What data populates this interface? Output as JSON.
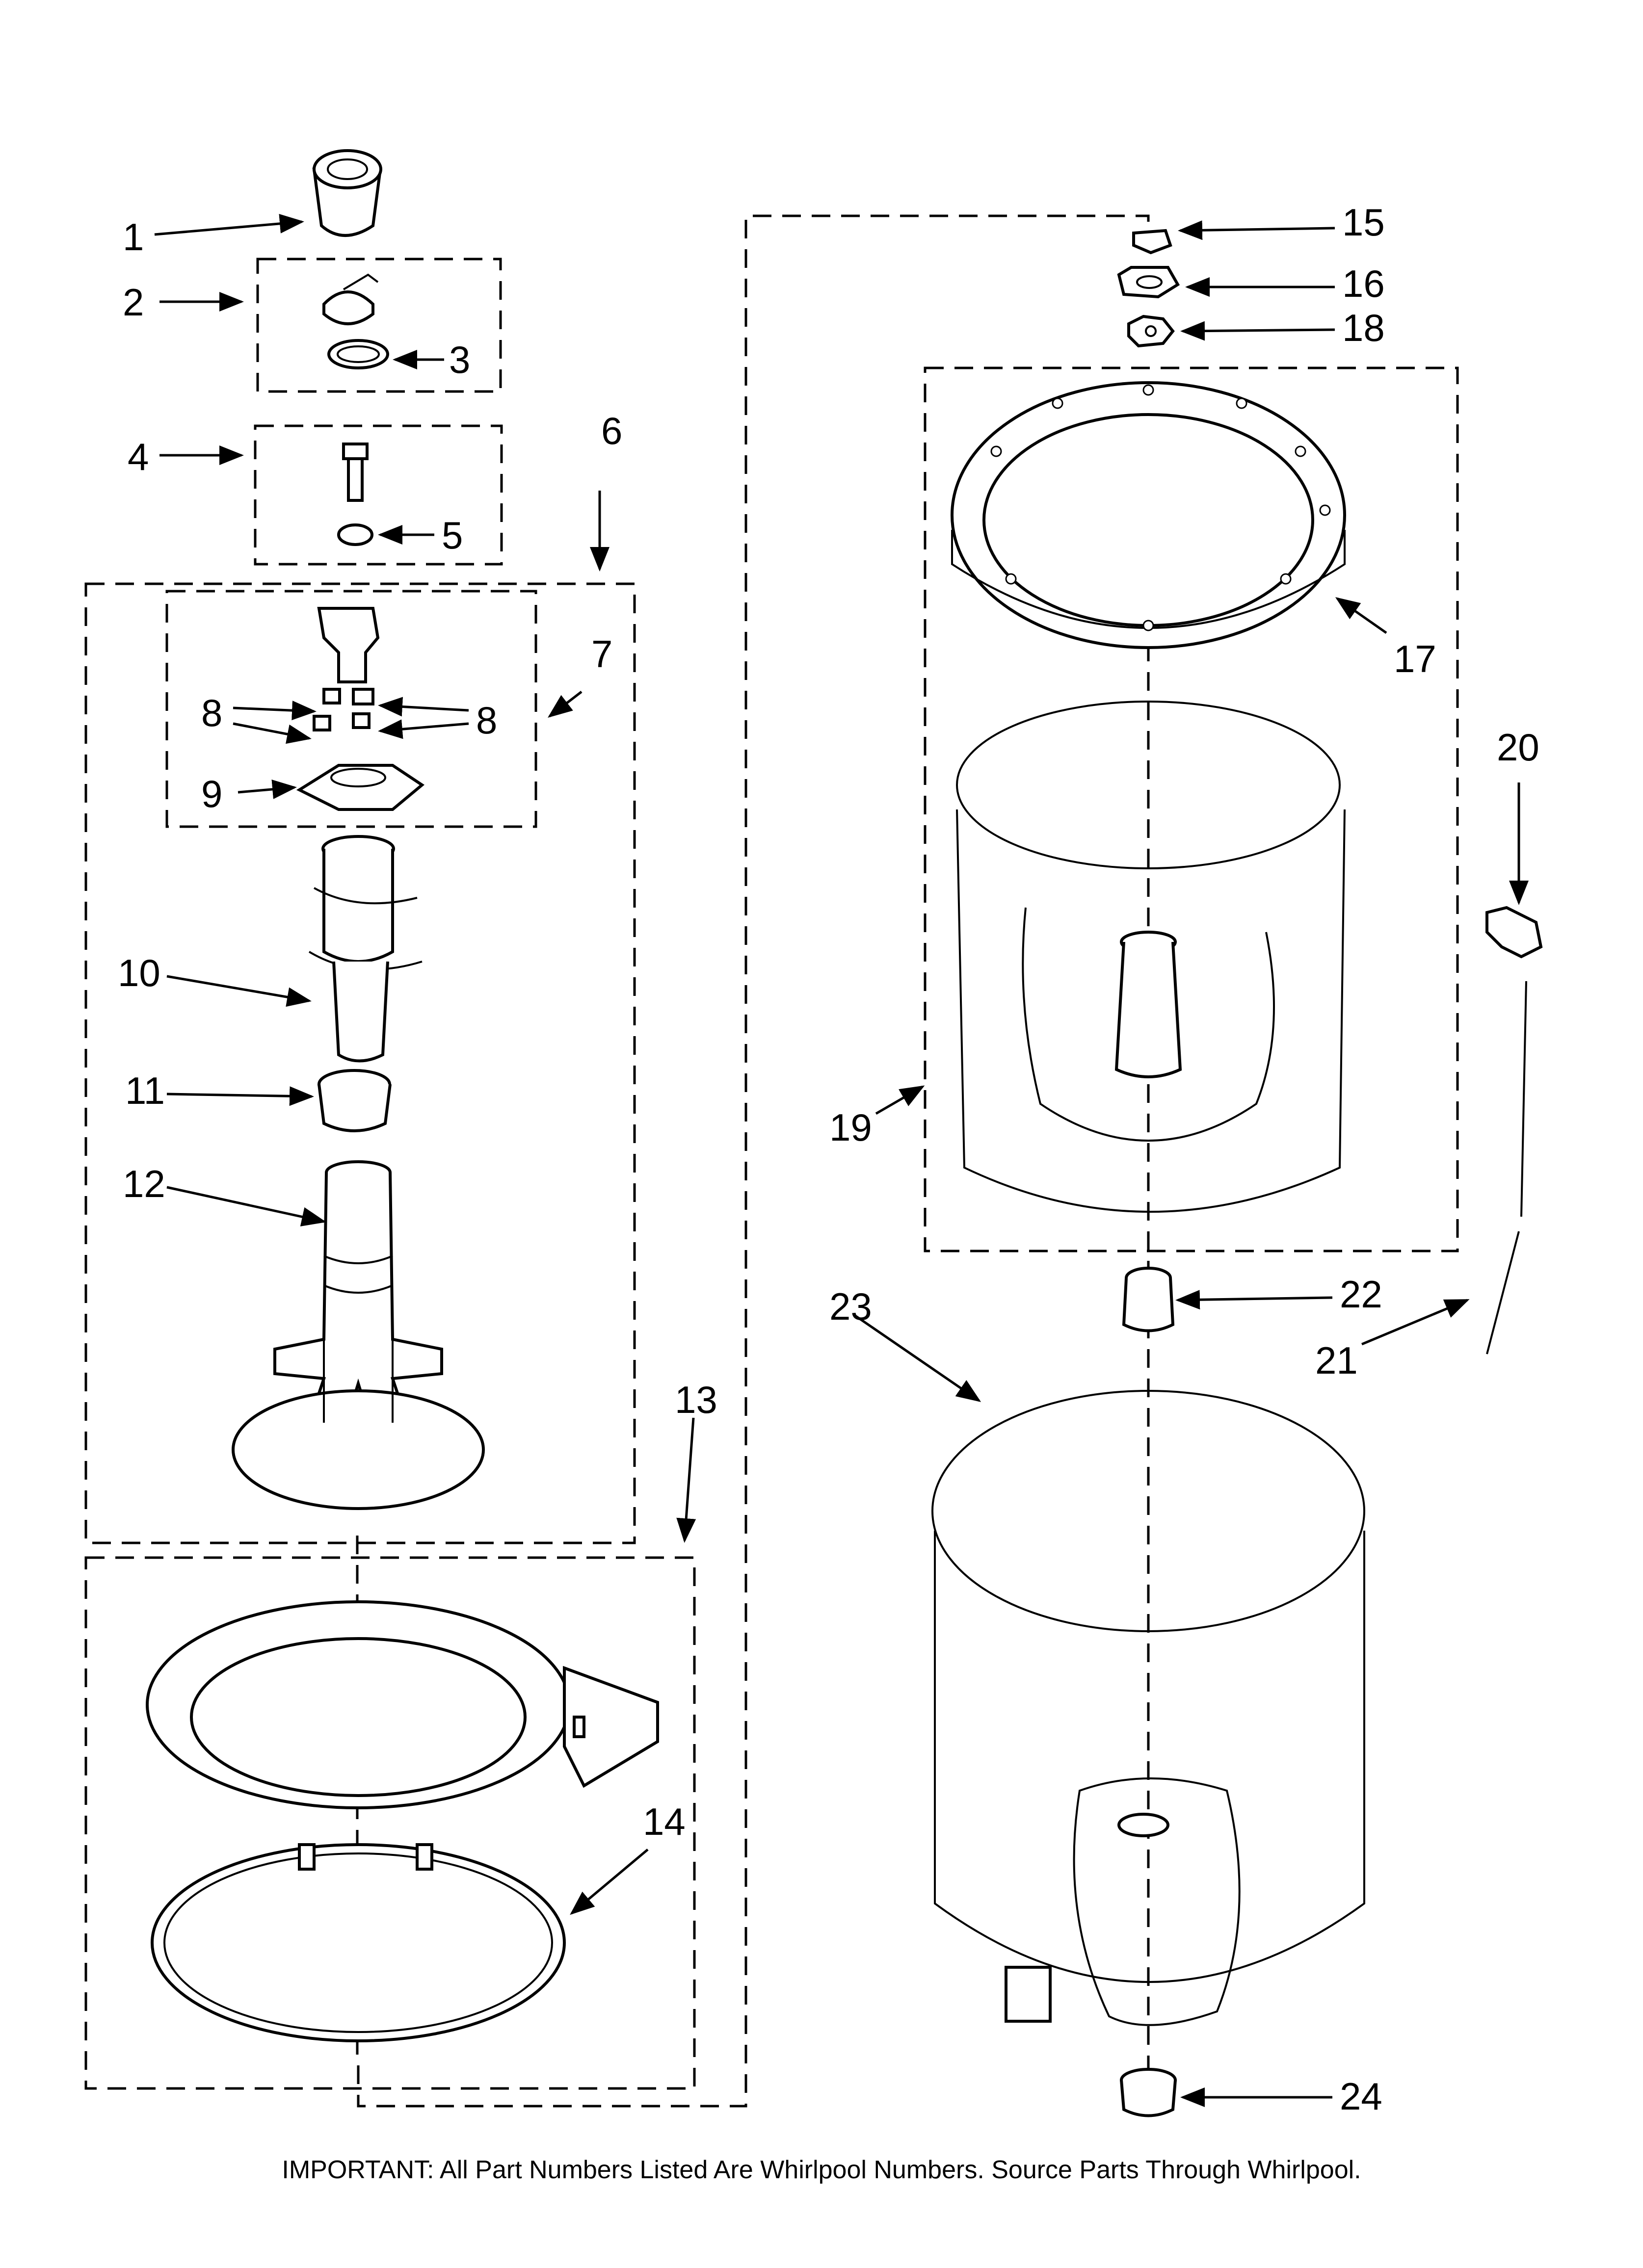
{
  "callouts": {
    "p1": "1",
    "p2": "2",
    "p3": "3",
    "p4": "4",
    "p5": "5",
    "p6": "6",
    "p7": "7",
    "p8a": "8",
    "p8b": "8",
    "p9": "9",
    "p10": "10",
    "p11": "11",
    "p12": "12",
    "p13": "13",
    "p14": "14",
    "p15": "15",
    "p16": "16",
    "p17": "17",
    "p18": "18",
    "p19": "19",
    "p20": "20",
    "p21": "21",
    "p22": "22",
    "p23": "23",
    "p24": "24"
  },
  "footer_note": "IMPORTANT: All Part Numbers Listed Are Whirlpool Numbers. Source Parts Through Whirlpool.",
  "colors": {
    "ink": "#000000",
    "paper": "#ffffff"
  }
}
